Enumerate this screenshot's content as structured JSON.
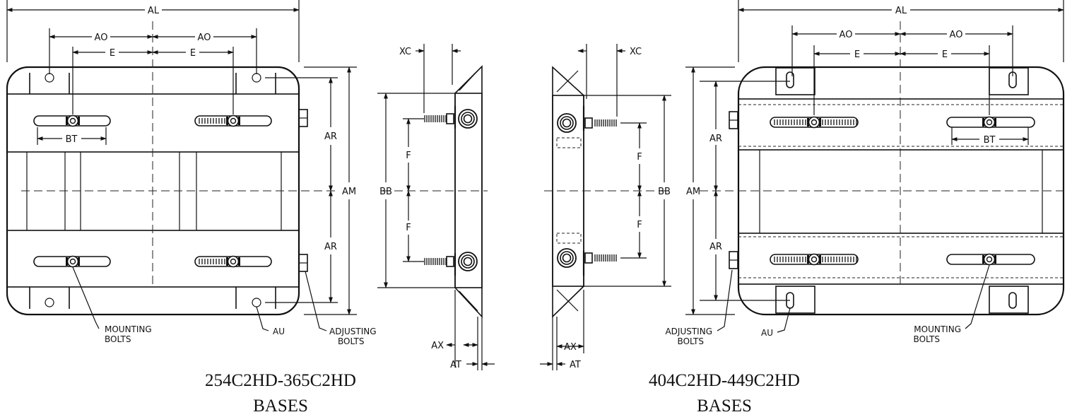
{
  "left_assembly": {
    "caption_line1": "254C2HD-365C2HD",
    "caption_line2": "BASES",
    "dims": {
      "AL": "AL",
      "AO": "AO",
      "E": "E",
      "BT": "BT",
      "AR": "AR",
      "AM": "AM",
      "BB": "BB",
      "F": "F",
      "XC": "XC",
      "AX": "AX",
      "AT": "AT",
      "AU": "AU"
    },
    "notes": {
      "mounting_1": "MOUNTING",
      "mounting_2": "BOLTS",
      "adjusting_1": "ADJUSTING",
      "adjusting_2": "BOLTS"
    }
  },
  "right_assembly": {
    "caption_line1": "404C2HD-449C2HD",
    "caption_line2": "BASES",
    "dims": {
      "AL": "AL",
      "AO": "AO",
      "E": "E",
      "BT": "BT",
      "AR": "AR",
      "AM": "AM",
      "BB": "BB",
      "F": "F",
      "XC": "XC",
      "AX": "AX",
      "AT": "AT",
      "AU": "AU"
    },
    "notes": {
      "mounting_1": "MOUNTING",
      "mounting_2": "BOLTS",
      "adjusting_1": "ADJUSTING",
      "adjusting_2": "BOLTS"
    }
  }
}
